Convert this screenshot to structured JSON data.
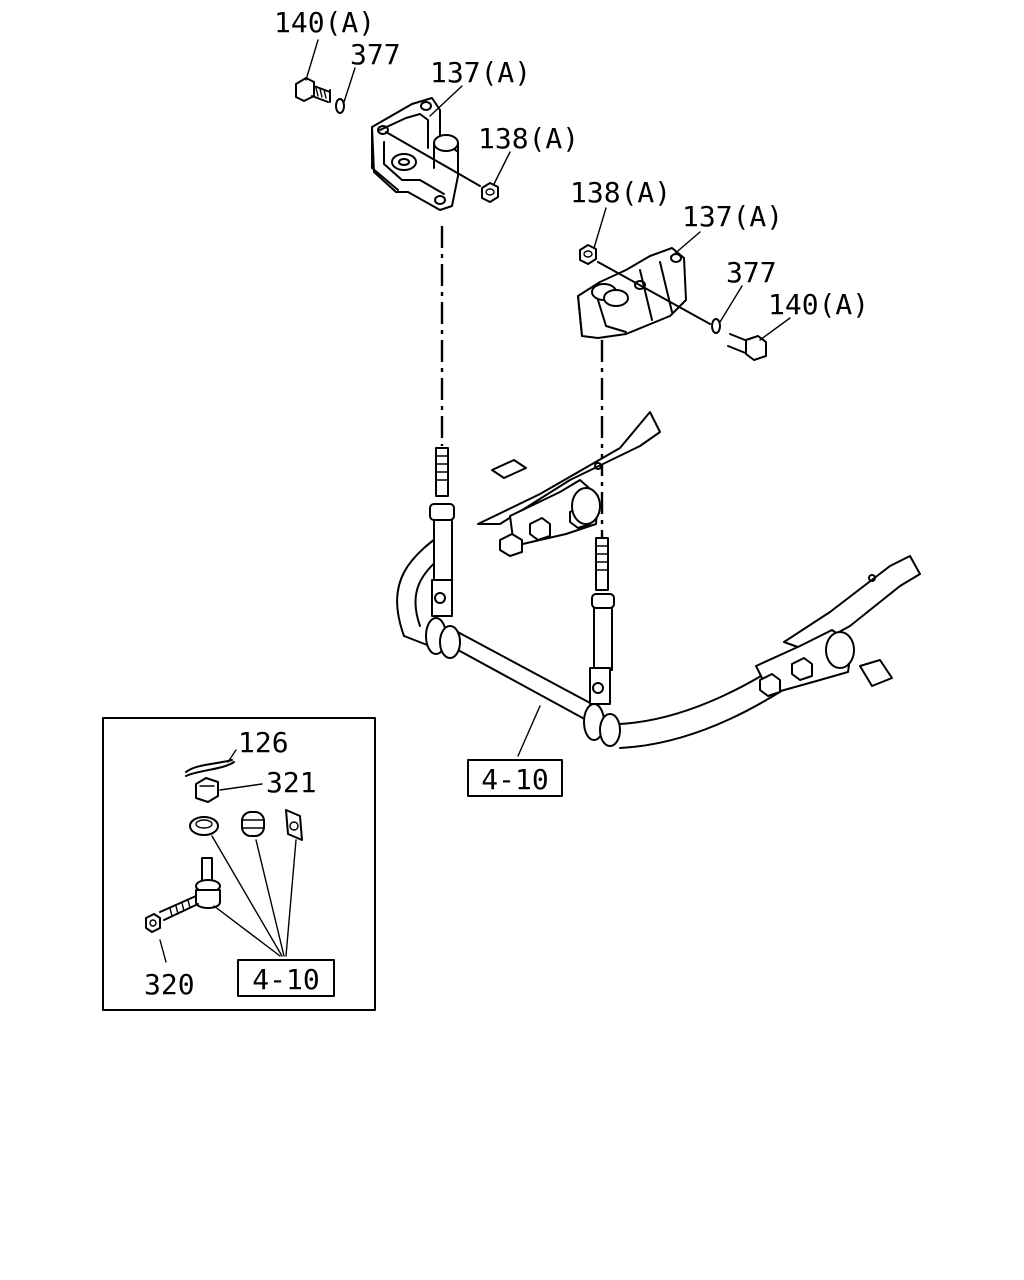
{
  "callouts": {
    "bolt_left": "140(A)",
    "washer_left": "377",
    "bracket_left": "137(A)",
    "nut_left": "138(A)",
    "nut_right": "138(A)",
    "bracket_right": "137(A)",
    "washer_right": "377",
    "bolt_right": "140(A)",
    "stabilizer_ref": "4-10"
  },
  "detail": {
    "pin": "126",
    "nut_top": "321",
    "nut_bottom": "320",
    "ref": "4-10"
  }
}
